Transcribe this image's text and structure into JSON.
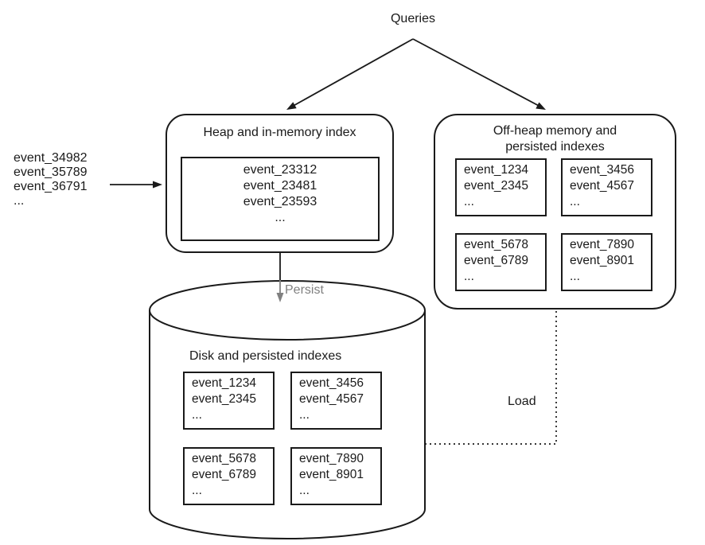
{
  "colors": {
    "stroke": "#1a1a1a",
    "muted_gray": "#808080",
    "background": "#ffffff"
  },
  "labels": {
    "queries": "Queries",
    "persist": "Persist",
    "load": "Load"
  },
  "input_stream": {
    "lines": [
      "event_34982",
      "event_35789",
      "event_36791",
      "..."
    ]
  },
  "heap_box": {
    "title": "Heap and in-memory index",
    "events": [
      "event_23312",
      "event_23481",
      "event_23593",
      "..."
    ]
  },
  "offheap_box": {
    "title_line1": "Off-heap memory and",
    "title_line2": "persisted indexes",
    "groups": [
      [
        "event_1234",
        "event_2345",
        "..."
      ],
      [
        "event_3456",
        "event_4567",
        "..."
      ],
      [
        "event_5678",
        "event_6789",
        "..."
      ],
      [
        "event_7890",
        "event_8901",
        "..."
      ]
    ]
  },
  "disk": {
    "title": "Disk and persisted indexes",
    "groups": [
      [
        "event_1234",
        "event_2345",
        "..."
      ],
      [
        "event_3456",
        "event_4567",
        "..."
      ],
      [
        "event_5678",
        "event_6789",
        "..."
      ],
      [
        "event_7890",
        "event_8901",
        "..."
      ]
    ]
  }
}
